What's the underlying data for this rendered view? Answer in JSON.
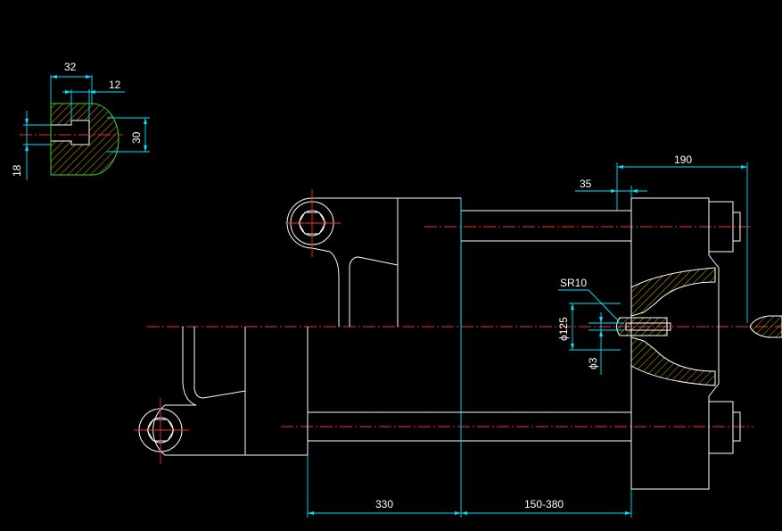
{
  "colors": {
    "background": "#000000",
    "outline": "#ffffff",
    "dimension": "#00e5ff",
    "centerline": "#ff2a2a",
    "hatch": "#ffd400",
    "section_outline": "#35d435"
  },
  "dimensions": {
    "d32": "32",
    "d12": "12",
    "d30": "30",
    "d18": "18",
    "d190": "190",
    "d35": "35",
    "sr10": "SR10",
    "d125": "ϕ125",
    "d3": "ϕ3",
    "d330": "330",
    "d150_380": "150-380"
  }
}
